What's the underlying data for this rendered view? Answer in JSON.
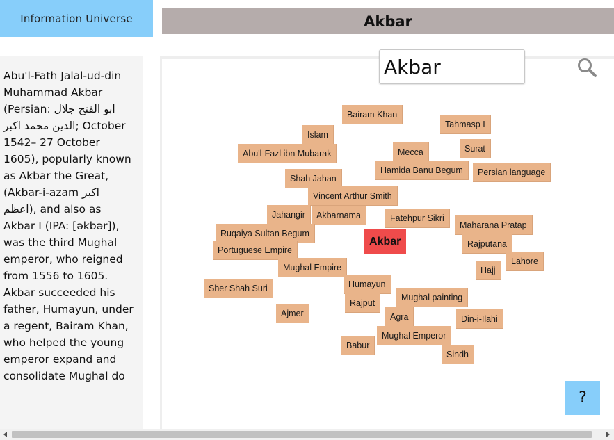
{
  "header": {
    "brand": "Information Universe",
    "title": "Akbar"
  },
  "sidebar": {
    "description": "Abu'l-Fath Jalal-ud-din Muhammad Akbar (Persian: ابو الفتح جلال الدین محمد اکبر; October 1542– 27 October 1605), popularly known as Akbar the Great, (Akbar-i-azam اکبر اعظم), and also as Akbar I (IPA: [əkbər]), was the third Mughal emperor, who reigned from 1556 to 1605. Akbar succeeded his father, Humayun, under a regent, Bairam Khan, who helped the young emperor expand and consolidate Mughal do"
  },
  "search": {
    "value": "Akbar",
    "icon": "search-icon"
  },
  "graph": {
    "center": "Akbar",
    "nodes": [
      "Bairam Khan",
      "Tahmasp I",
      "Islam",
      "Surat",
      "Abu'l-Fazl ibn Mubarak",
      "Mecca",
      "Hamida Banu Begum",
      "Persian language",
      "Shah Jahan",
      "Vincent Arthur Smith",
      "Jahangir",
      "Akbarnama",
      "Fatehpur Sikri",
      "Maharana Pratap",
      "Ruqaiya Sultan Begum",
      "Rajputana",
      "Portuguese Empire",
      "Lahore",
      "Mughal Empire",
      "Hajj",
      "Sher Shah Suri",
      "Humayun",
      "Mughal painting",
      "Rajput",
      "Ajmer",
      "Agra",
      "Din-i-Ilahi",
      "Mughal Emperor",
      "Babur",
      "Sindh"
    ]
  },
  "help": {
    "label": "?"
  },
  "colors": {
    "brand": "#87cefa",
    "titlebar": "#b5acab",
    "node": "#e9b48a",
    "center_node": "#ef4b4b"
  }
}
